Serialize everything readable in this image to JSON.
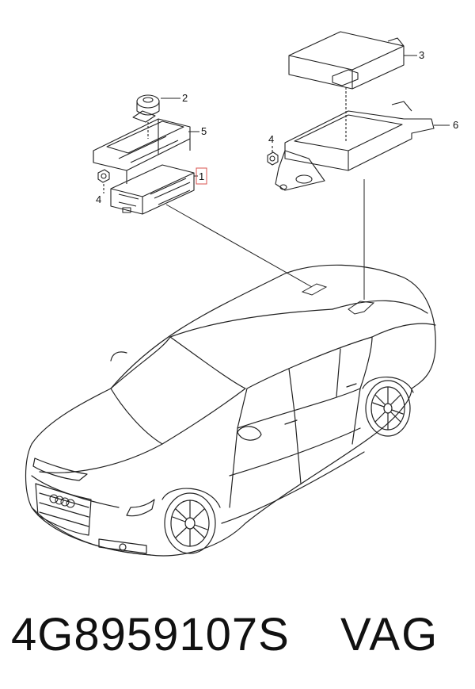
{
  "callouts": {
    "c1": "1",
    "c2": "2",
    "c3": "3",
    "c4a": "4",
    "c4b": "4",
    "c5": "5",
    "c6": "6"
  },
  "footer": {
    "part_number": "4G8959107S",
    "brand": "VAG"
  },
  "colors": {
    "line": "#222222",
    "highlight": "#d9534f"
  }
}
